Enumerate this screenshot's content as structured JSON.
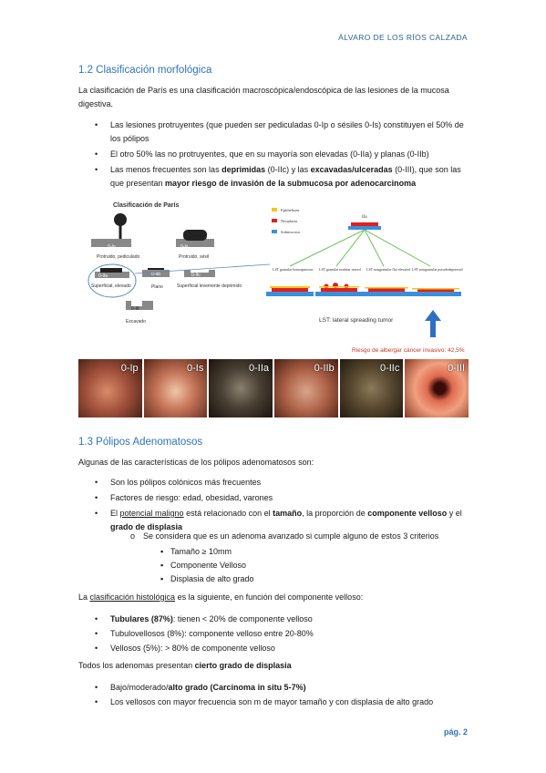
{
  "header": {
    "author": "ÁLVARO DE LOS RÍOS CALZADA"
  },
  "section1": {
    "title": "1.2 Clasificación morfológica",
    "intro": "La clasificación de París es una clasificación macroscópica/endoscópica de las lesiones de la mucosa digestiva.",
    "b1": "Las lesiones protruyentes (que pueden ser pediculadas 0-Ip o sésiles 0-Is) constituyen el 50% de los pólipos",
    "b2": "El otro 50% las no protruyentes, que en su mayoría son elevadas (0-IIa) y planas (0-IIb)",
    "b3_pre": "Las menos frecuentes son las ",
    "b3_b1": "deprimidas",
    "b3_mid1": " (0-IIc) y las ",
    "b3_b2": "excavadas/ulceradas",
    "b3_mid2": " (0-III), que son las que presentan ",
    "b3_b3": "mayor riesgo de invasión de la submucosa por adenocarcinoma"
  },
  "figure": {
    "title": "Clasificación de París",
    "labels": [
      "0-Ip",
      "0-Is",
      "0-IIa",
      "0-IIb",
      "0-IIc",
      "0-III"
    ],
    "captions": [
      "Protruido, pediculado",
      "Protruido, sésil",
      "Superficial, elevado",
      "Plano",
      "Superficial levemente deprimido",
      "Excavado"
    ],
    "legend": [
      "Epithelium",
      "Neoplasia",
      "Submucosa"
    ],
    "root": "IIa",
    "lst": [
      "LST granular homogeneous",
      "LST granular nodular mixed",
      "LST nongranular flat elevated",
      "LST nongranular pseudodepressed"
    ],
    "lst_caption": "LST: lateral spreading tumor",
    "risk": "Riesgo de albergar cáncer invasivo: 42,5%",
    "strip": [
      "0-Ip",
      "0-Is",
      "0-IIa",
      "0-IIb",
      "0-IIc",
      "0-III"
    ]
  },
  "section2": {
    "title": "1.3 Pólipos Adenomatosos",
    "intro": "Algunas de las características de los pólipos adenomatosos son:",
    "b1": "Son los pólipos colónicos más frecuentes",
    "b2": "Factores de riesgo: edad, obesidad, varones",
    "b3_pre": "El ",
    "b3_u": "potencial maligno",
    "b3_mid": " está relacionado con el ",
    "b3_b1": "tamaño",
    "b3_mid2": ", la proporción de ",
    "b3_b2": "componente velloso",
    "b3_mid3": " y el ",
    "b3_b3": "grado de displasia",
    "sub": "Se considera que es un adenoma avanzado si cumple alguno de estos 3 criterios",
    "crit": [
      "Tamaño ≥ 10mm",
      "Componente Velloso",
      "Displasia de alto grado"
    ],
    "histo_u": "clasificación histológica",
    "histo_pre": "La ",
    "histo_post": " es la siguiente, en función del componente velloso:",
    "h1_b": "Tubulares (87%)",
    "h1": ": tienen < 20% de componente velloso",
    "h2": "Tubulovellosos (8%): componente velloso entre 20-80%",
    "h3": "Vellosos (5%): > 80% de componente velloso",
    "all_pre": "Todos los adenomas presentan ",
    "all_b": "cierto grado de displasia",
    "d1_pre": "Bajo/moderado/",
    "d1_b": "alto grado (Carcinoma in situ 5-7%)",
    "d2": "Los vellosos con mayor frecuencia son m de mayor tamaño y con displasia de alto grado"
  },
  "footer": {
    "page": "pág. 2"
  }
}
